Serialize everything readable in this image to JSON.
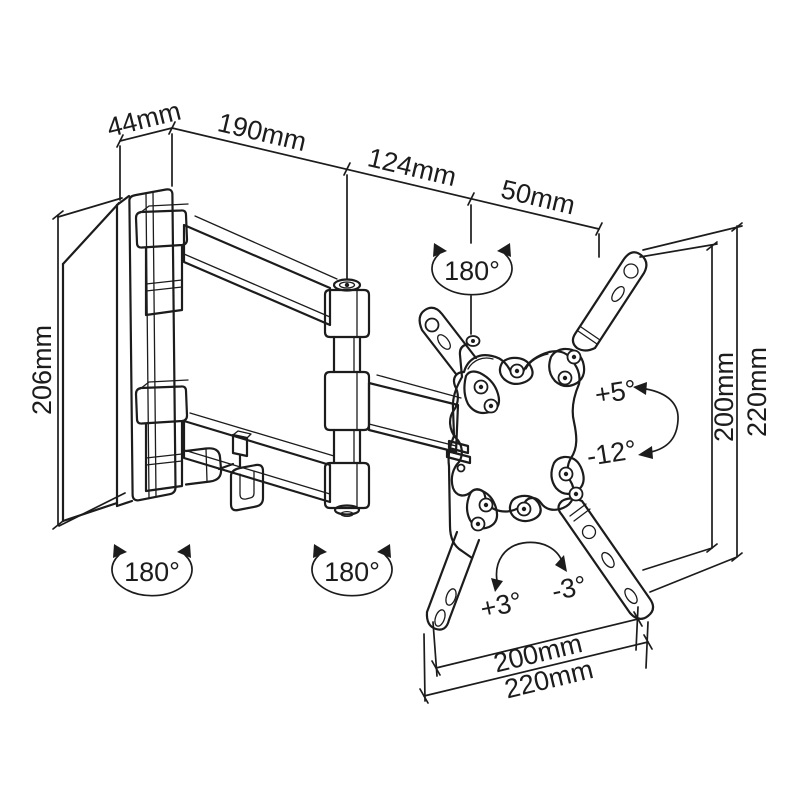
{
  "diagram": {
    "colors": {
      "line": "#1c1c1c",
      "background": "#ffffff"
    },
    "dims": {
      "wall_plate_depth": "44mm",
      "arm_reach_1": "190mm",
      "arm_reach_2": "124mm",
      "head_offset": "50mm",
      "wall_plate_height": "206mm",
      "vesa_vertical_inner": "200mm",
      "vesa_vertical_outer": "220mm",
      "vesa_horizontal_inner": "200mm",
      "vesa_horizontal_outer": "220mm"
    },
    "angles": {
      "swivel_head": "180°",
      "swivel_wall_joint": "180°",
      "swivel_mid_joint": "180°",
      "tilt_up": "+5°",
      "tilt_down": "-12°",
      "level_left": "+3°",
      "level_right": "-3°"
    }
  }
}
